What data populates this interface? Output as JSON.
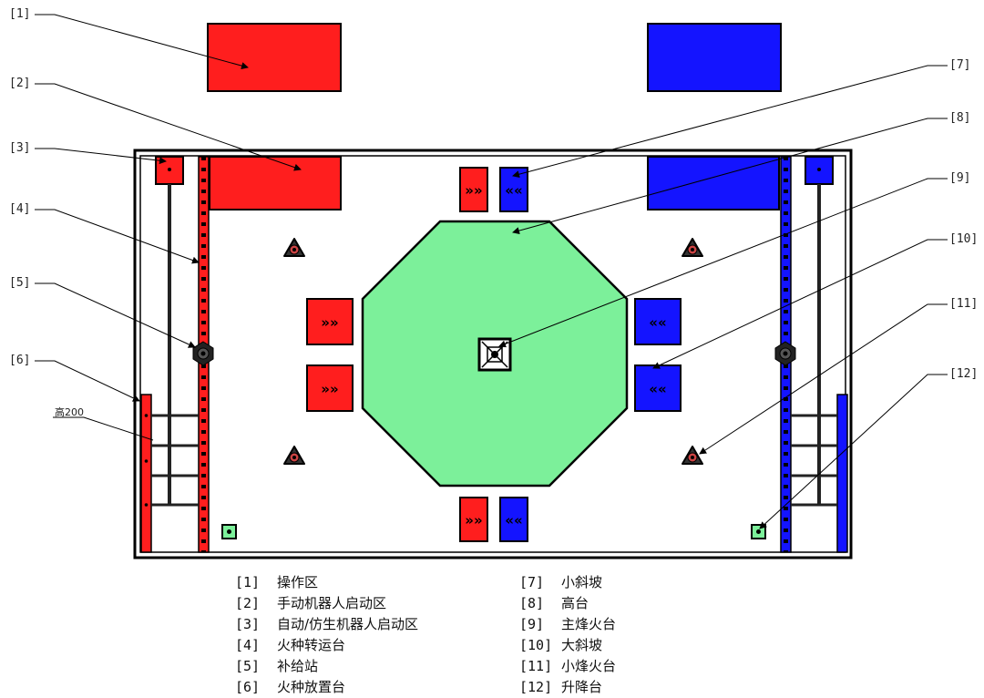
{
  "colors": {
    "red": "#ff1e1e",
    "blue": "#1414ff",
    "green": "#7cf09a",
    "outline": "#000000"
  },
  "callouts": [
    "[1]",
    "[2]",
    "[3]",
    "[4]",
    "[5]",
    "[6]",
    "[7]",
    "[8]",
    "[9]",
    "[10]",
    "[11]",
    "[12]"
  ],
  "height_note": "高200",
  "ramp_arrows_right": "»»",
  "ramp_arrows_left": "««",
  "legend": [
    {
      "num": "[1]",
      "label": "操作区"
    },
    {
      "num": "[2]",
      "label": "手动机器人启动区"
    },
    {
      "num": "[3]",
      "label": "自动/仿生机器人启动区"
    },
    {
      "num": "[4]",
      "label": "火种转运台"
    },
    {
      "num": "[5]",
      "label": "补给站"
    },
    {
      "num": "[6]",
      "label": "火种放置台"
    },
    {
      "num": "[7]",
      "label": "小斜坡"
    },
    {
      "num": "[8]",
      "label": "高台"
    },
    {
      "num": "[9]",
      "label": "主烽火台"
    },
    {
      "num": "[10]",
      "label": "大斜坡"
    },
    {
      "num": "[11]",
      "label": "小烽火台"
    },
    {
      "num": "[12]",
      "label": "升降台"
    }
  ]
}
